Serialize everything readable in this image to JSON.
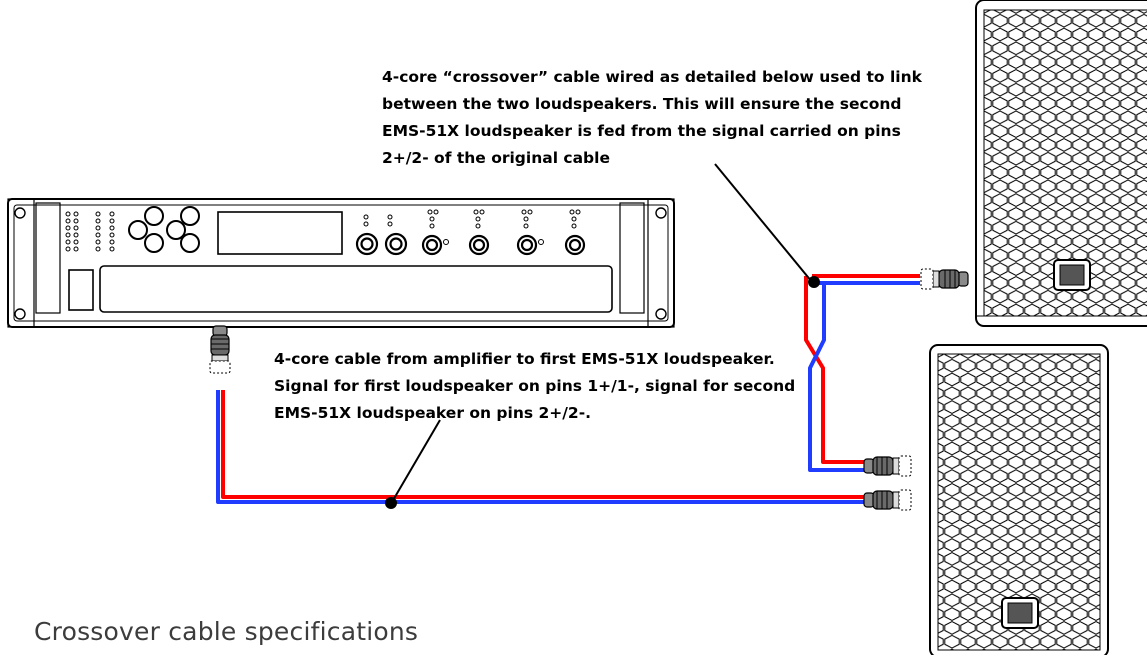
{
  "annotations": {
    "crossover_note": [
      "4-core “crossover” cable wired as detailed below used to link",
      "between the two loudspeakers.  This will ensure the second",
      "EMS-51X loudspeaker is fed from the signal carried on pins",
      "2+/2- of the original cable"
    ],
    "feed_note": [
      "4-core cable from amplifier to first EMS-51X loudspeaker.",
      "Signal for first loudspeaker on pins 1+/1-, signal for second",
      "EMS-51X loudspeaker on pins 2+/2-."
    ]
  },
  "section": {
    "title": "Crossover cable specifications"
  },
  "colors": {
    "positive_core": "#ff0000",
    "negative_core": "#1f3cff",
    "outline": "#000000",
    "text": "#000000",
    "title": "#3c3c3c"
  }
}
